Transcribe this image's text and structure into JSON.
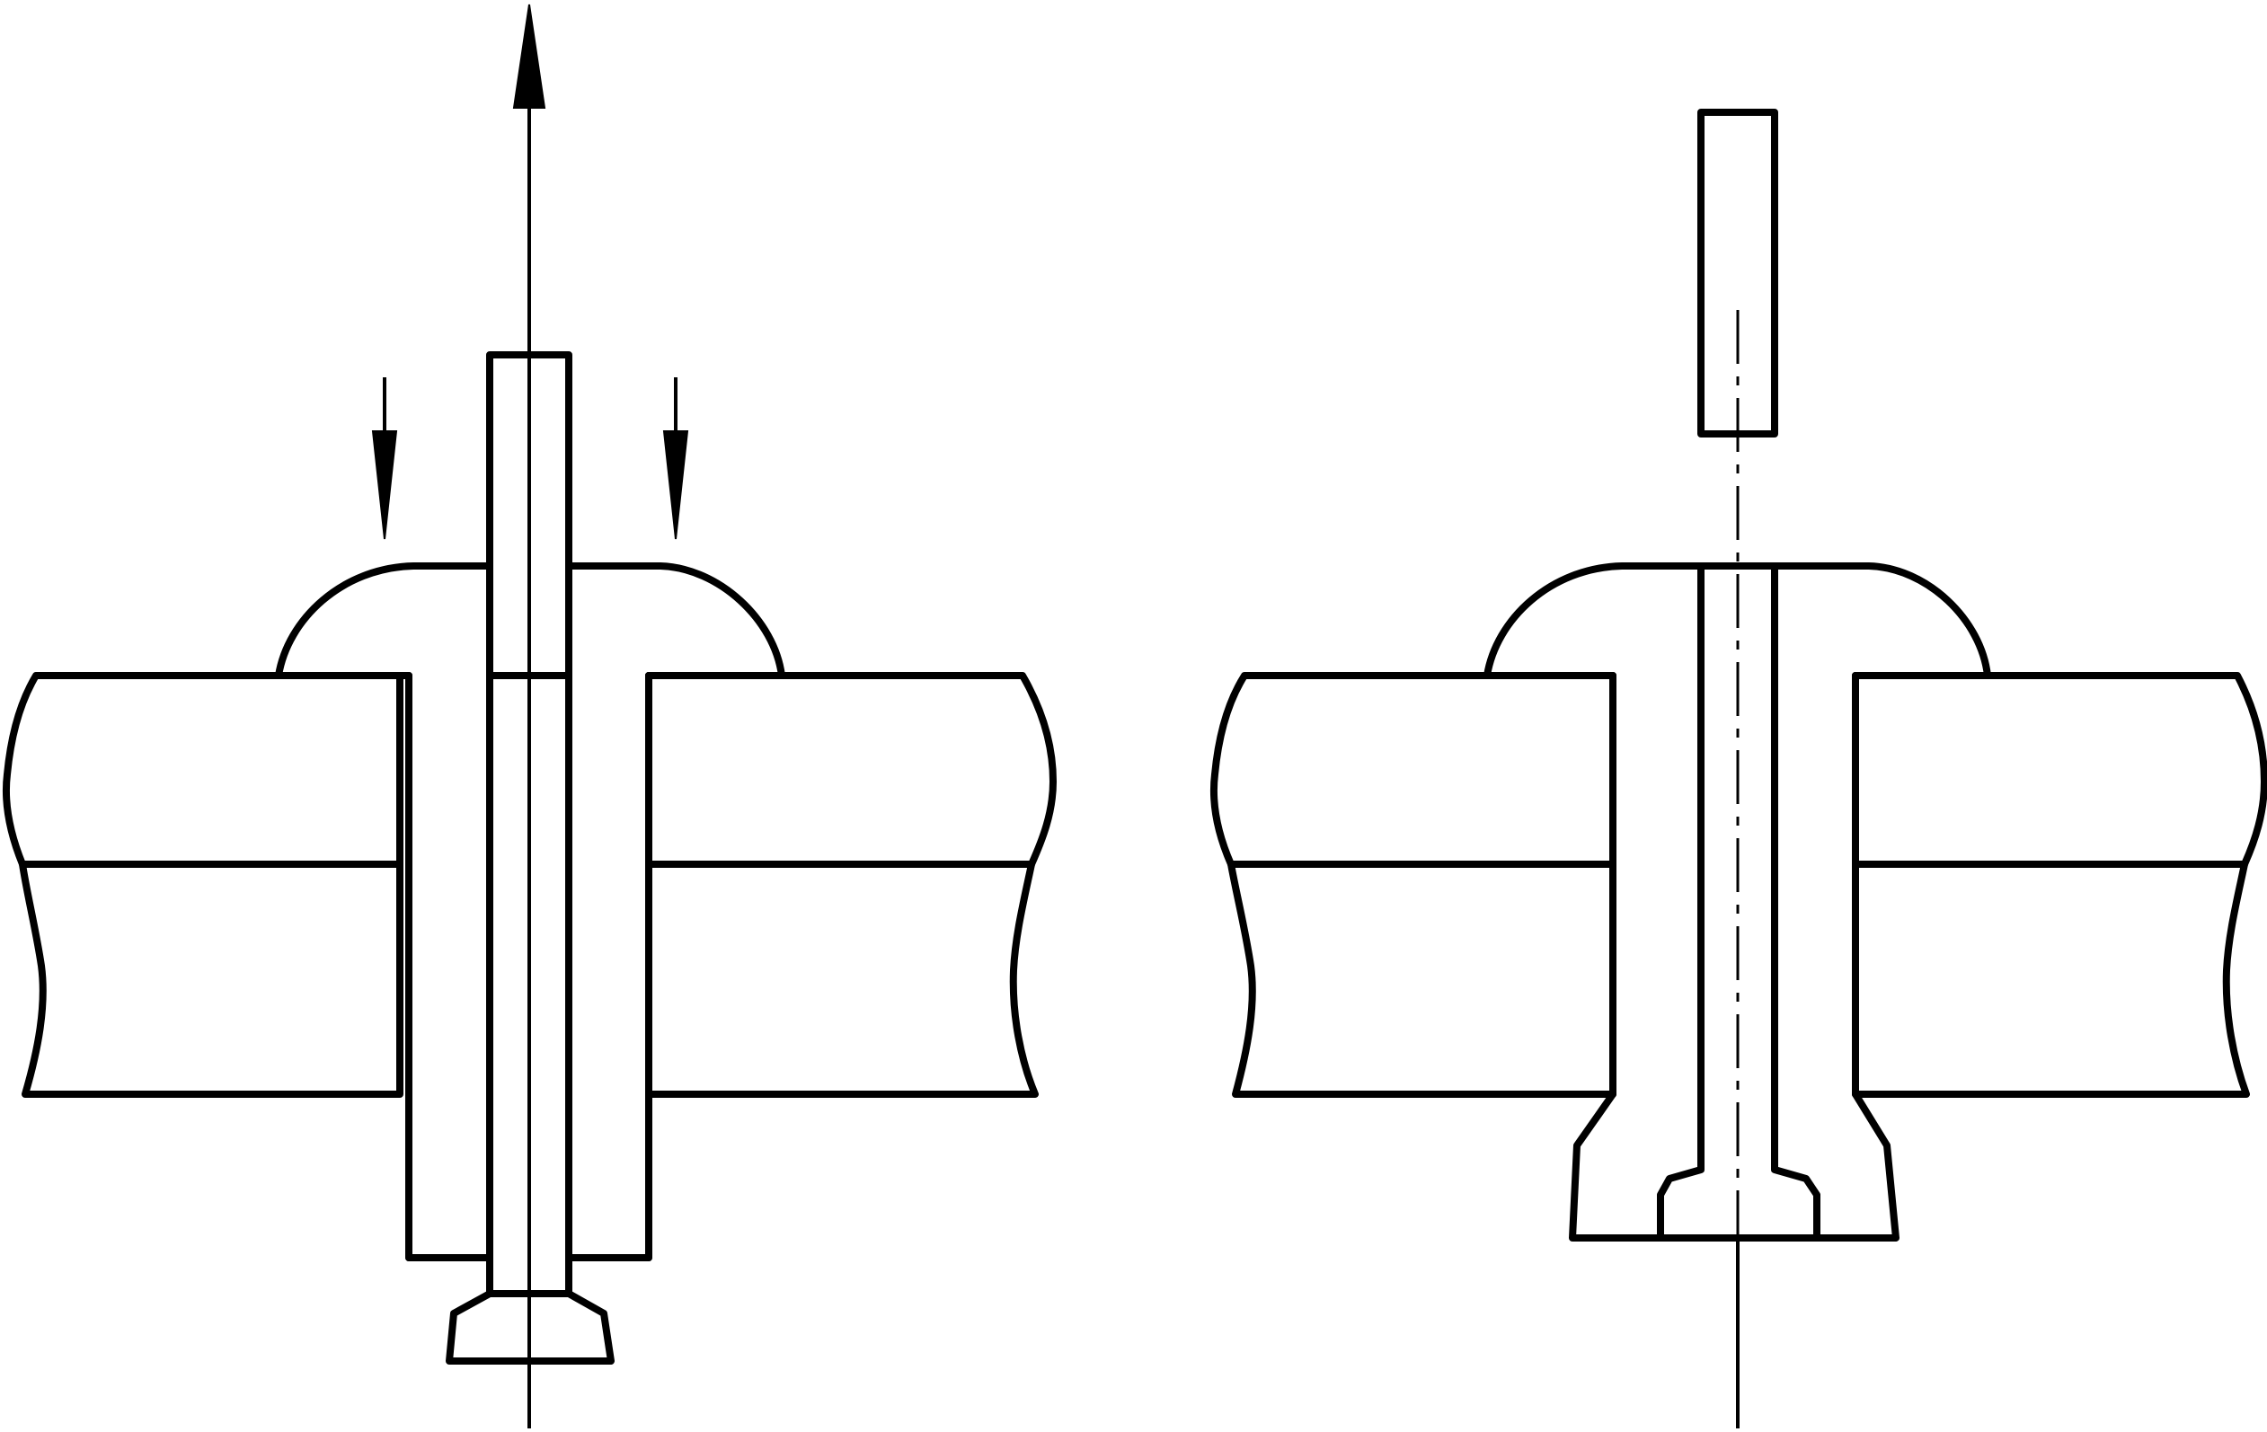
{
  "diagram": {
    "panels": [
      {
        "id": "before",
        "stage": "pulling-mandrel"
      },
      {
        "id": "after",
        "stage": "set-rivet-mandrel-broken"
      }
    ],
    "colors": {
      "line": "#000000",
      "background": "#ffffff"
    }
  }
}
